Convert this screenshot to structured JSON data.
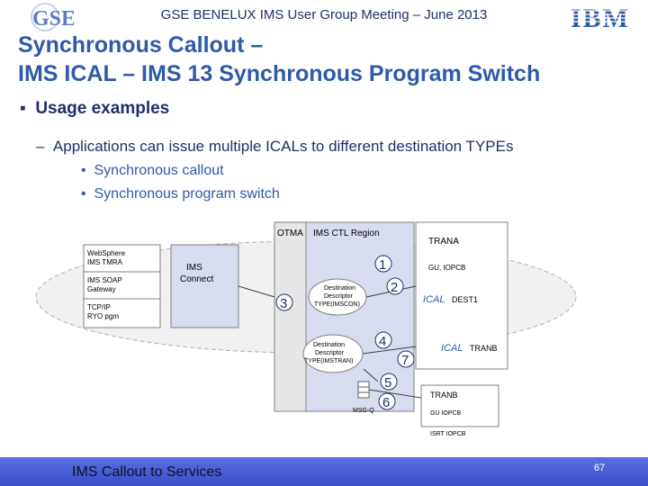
{
  "header": {
    "title": "GSE BENELUX IMS User Group Meeting – June 2013",
    "left_logo": "GSE",
    "right_logo": "IBM"
  },
  "slide": {
    "title_line1": "Synchronous Callout –",
    "title_line2": "IMS ICAL – IMS 13 Synchronous Program Switch",
    "bullet": "Usage examples",
    "subbullet": "Applications can issue multiple ICALs to different destination TYPEs",
    "subsubbullets": [
      "Synchronous callout",
      "Synchronous program switch"
    ]
  },
  "diagram": {
    "otma": "OTMA",
    "ctl_region": "IMS CTL Region",
    "clients": [
      "WebSphere",
      "IMS TMRA",
      "IMS SOAP",
      "Gateway",
      "TCP/IP",
      "RYO pgm"
    ],
    "ims_connect": [
      "IMS",
      "Connect"
    ],
    "dd1": [
      "Destination",
      "Descriptor",
      "TYPE(IMSCON)"
    ],
    "dd2": [
      "Destination",
      "Descriptor",
      "TYPE(IMSTRAN)"
    ],
    "msgq": "MSG-Q",
    "trana": {
      "title": "TRANA",
      "gu": "GU, IOPCB",
      "ical1_kw": "ICAL",
      "ical1_dest": "DEST1",
      "ical2_kw": "ICAL",
      "ical2_dest": "TRANB"
    },
    "tranb": {
      "title": "TRANB",
      "gu": "GU IOPCB",
      "isrt": "ISRT IOPCB"
    },
    "steps": [
      "1",
      "2",
      "3",
      "4",
      "5",
      "6",
      "7"
    ]
  },
  "footer": {
    "text": "IMS Callout to Services",
    "page": "67"
  },
  "colors": {
    "title": "#2e5aa8",
    "dark": "#1f2f6a",
    "box": "#d8dcef",
    "footer": "#3a4fc8"
  }
}
